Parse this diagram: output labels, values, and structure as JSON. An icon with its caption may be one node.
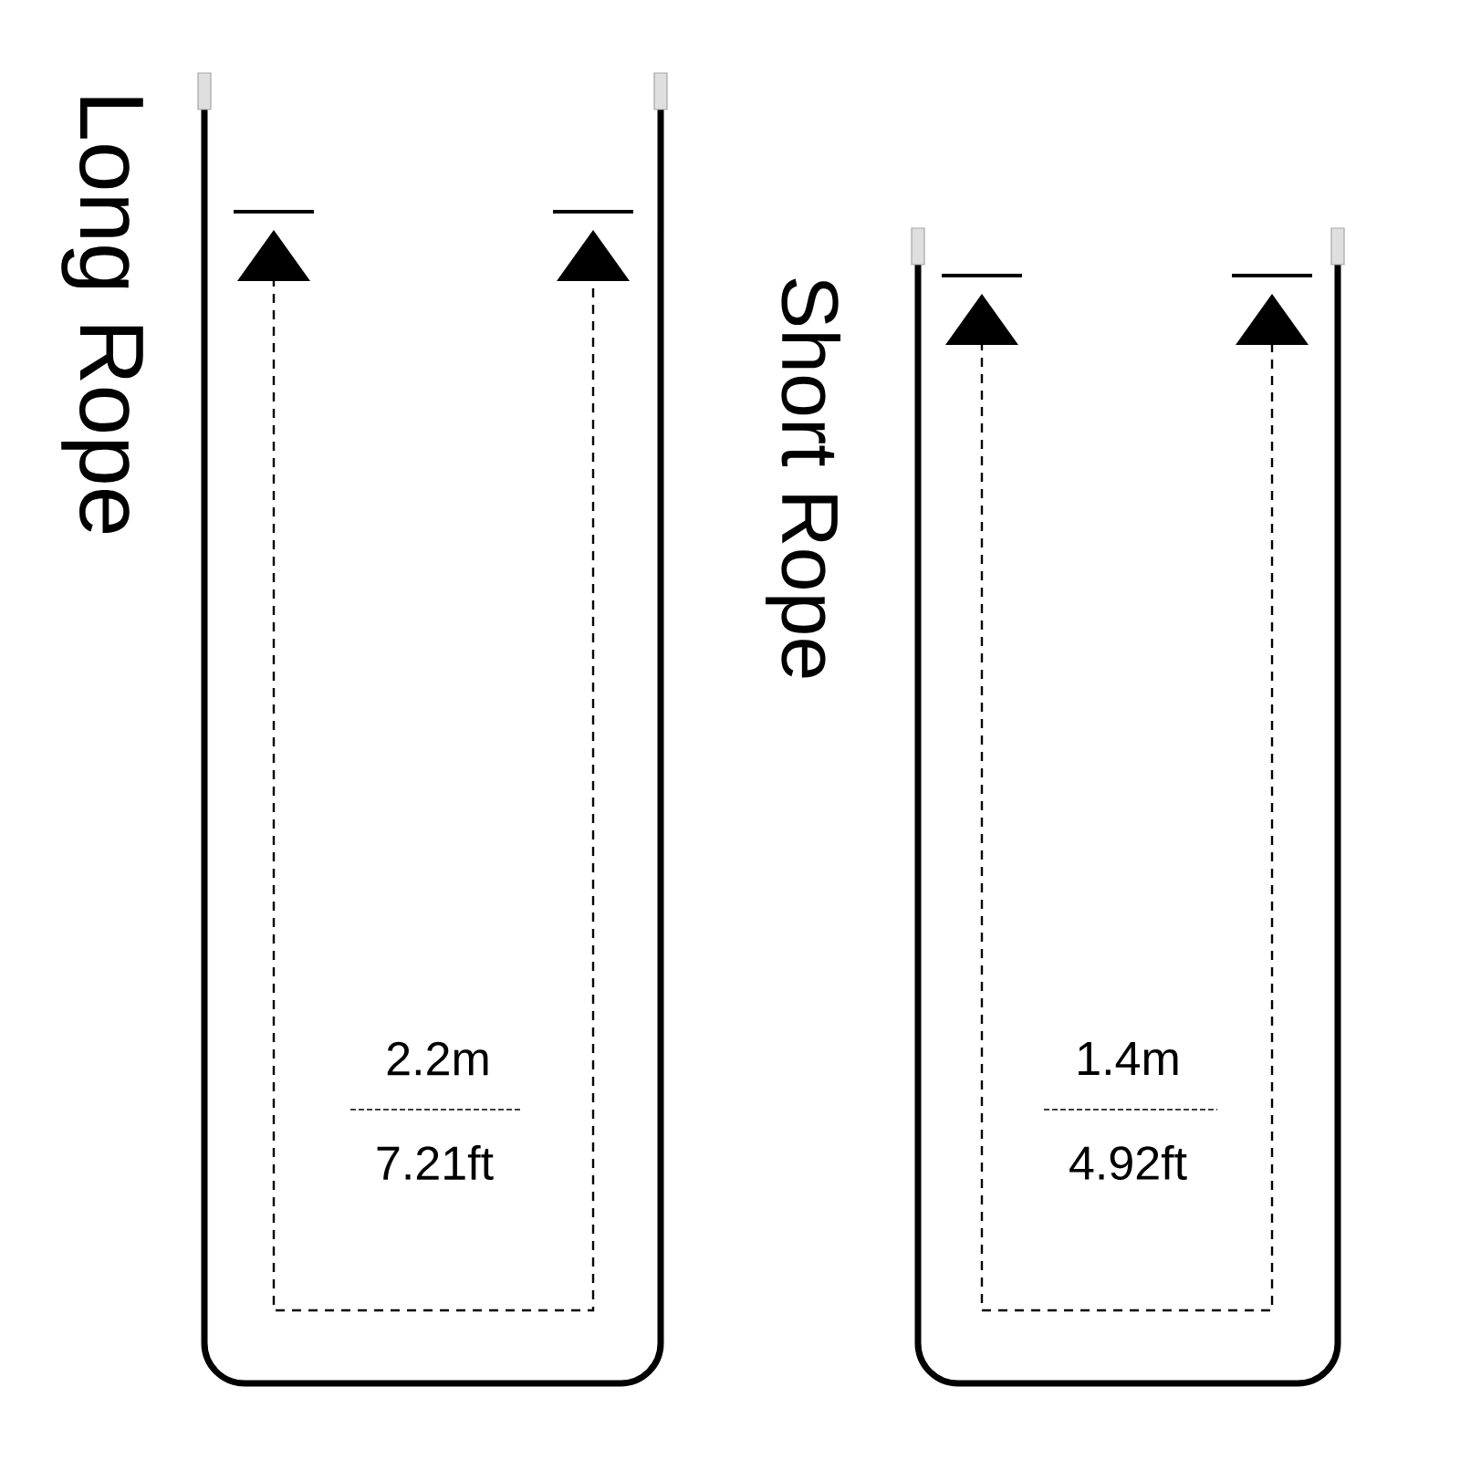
{
  "diagram": {
    "labels": [
      "Long Rope",
      "Short Rope",
      "2.2m",
      "7.21ft",
      "1.4m",
      "4.92ft"
    ]
  }
}
